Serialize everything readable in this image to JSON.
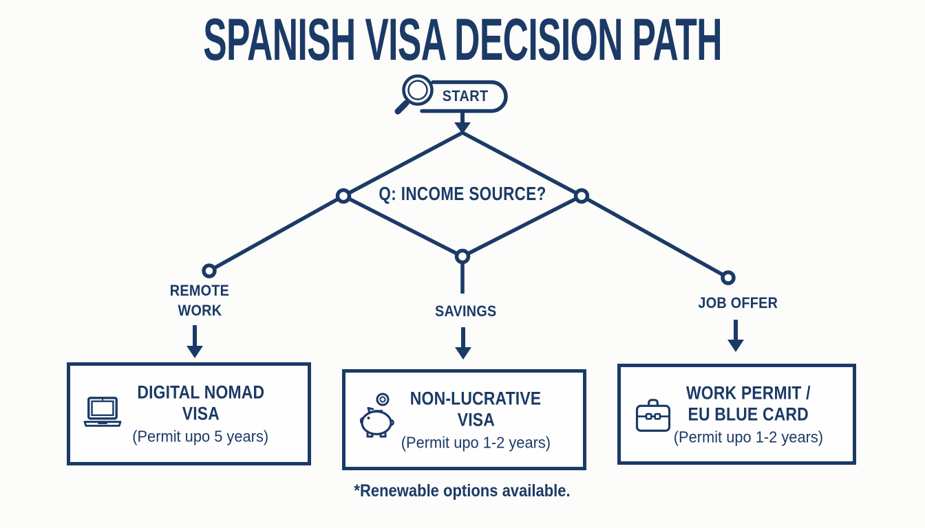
{
  "title": "SPANISH VISA DECISION PATH",
  "colors": {
    "navy": "#1b3a66",
    "background": "#fcfcfa",
    "box_background": "#fefefe"
  },
  "start": {
    "label": "START",
    "icon": "magnifier-icon"
  },
  "decision": {
    "question": "Q: INCOME SOURCE?"
  },
  "branches": [
    {
      "id": "remote-work",
      "label_lines": [
        "REMOTE",
        "WORK"
      ]
    },
    {
      "id": "savings",
      "label_lines": [
        "SAVINGS"
      ]
    },
    {
      "id": "job-offer",
      "label_lines": [
        "JOB OFFER"
      ]
    }
  ],
  "outcomes": [
    {
      "icon": "laptop-icon",
      "title_lines": [
        "DIGITAL NOMAD",
        "VISA"
      ],
      "subtitle": "(Permit upo 5 years)"
    },
    {
      "icon": "piggy-bank-icon",
      "title_lines": [
        "NON-LUCRATIVE",
        "VISA"
      ],
      "subtitle": "(Permit upo 1-2 years)"
    },
    {
      "icon": "briefcase-icon",
      "title_lines": [
        "WORK PERMIT /",
        "EU BLUE CARD"
      ],
      "subtitle": "(Permit upo 1-2 years)"
    }
  ],
  "footnote": "*Renewable options available."
}
